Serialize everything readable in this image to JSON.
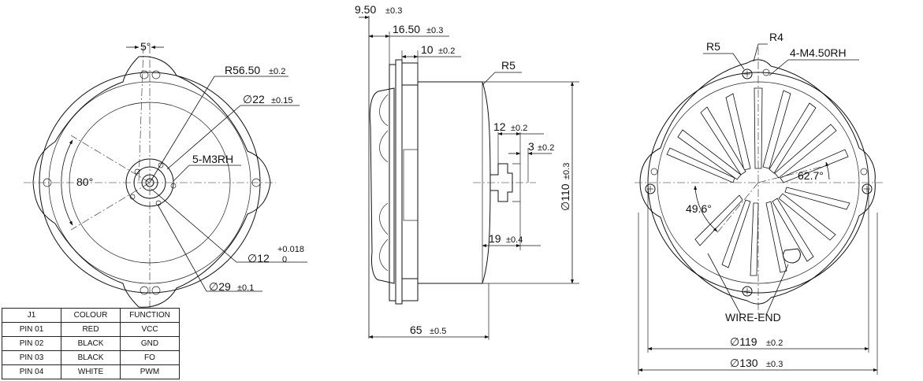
{
  "front_view": {
    "dims": {
      "angle_5": "5°",
      "r56": "R56.50",
      "r56_tol": "±0.2",
      "d22": "∅22",
      "d22_tol": "±0.15",
      "m3": "5-M3RH",
      "angle_80": "80°",
      "d12": "∅12",
      "d12_tol_upper": "+0.018",
      "d12_tol_lower": "0",
      "d29": "∅29",
      "d29_tol": "±0.1"
    }
  },
  "pin_table": {
    "headers": [
      "J1",
      "COLOUR",
      "FUNCTION"
    ],
    "rows": [
      [
        "PIN 01",
        "RED",
        "VCC"
      ],
      [
        "PIN 02",
        "BLACK",
        "GND"
      ],
      [
        "PIN 03",
        "BLACK",
        "FO"
      ],
      [
        "PIN 04",
        "WHITE",
        "PWM"
      ]
    ]
  },
  "side_view": {
    "dims": {
      "d950": "9.50",
      "d950_tol": "±0.3",
      "d1650": "16.50",
      "d1650_tol": "±0.3",
      "d10": "10",
      "d10_tol": "±0.2",
      "r5": "R5",
      "d12": "12",
      "d12_tol": "±0.2",
      "d3": "3",
      "d3_tol": "±0.2",
      "d110": "∅110",
      "d110_tol": "±0.3",
      "d19": "19",
      "d19_tol": "±0.4",
      "d65": "65",
      "d65_tol": "±0.5"
    }
  },
  "rear_view": {
    "dims": {
      "r5": "R5",
      "r4": "R4",
      "m4": "4-M4.50RH",
      "angle_627": "62.7°",
      "angle_496": "49.6°",
      "wire_end": "WIRE-END",
      "d119": "∅119",
      "d119_tol": "±0.2",
      "d130": "∅130",
      "d130_tol": "±0.3"
    }
  }
}
